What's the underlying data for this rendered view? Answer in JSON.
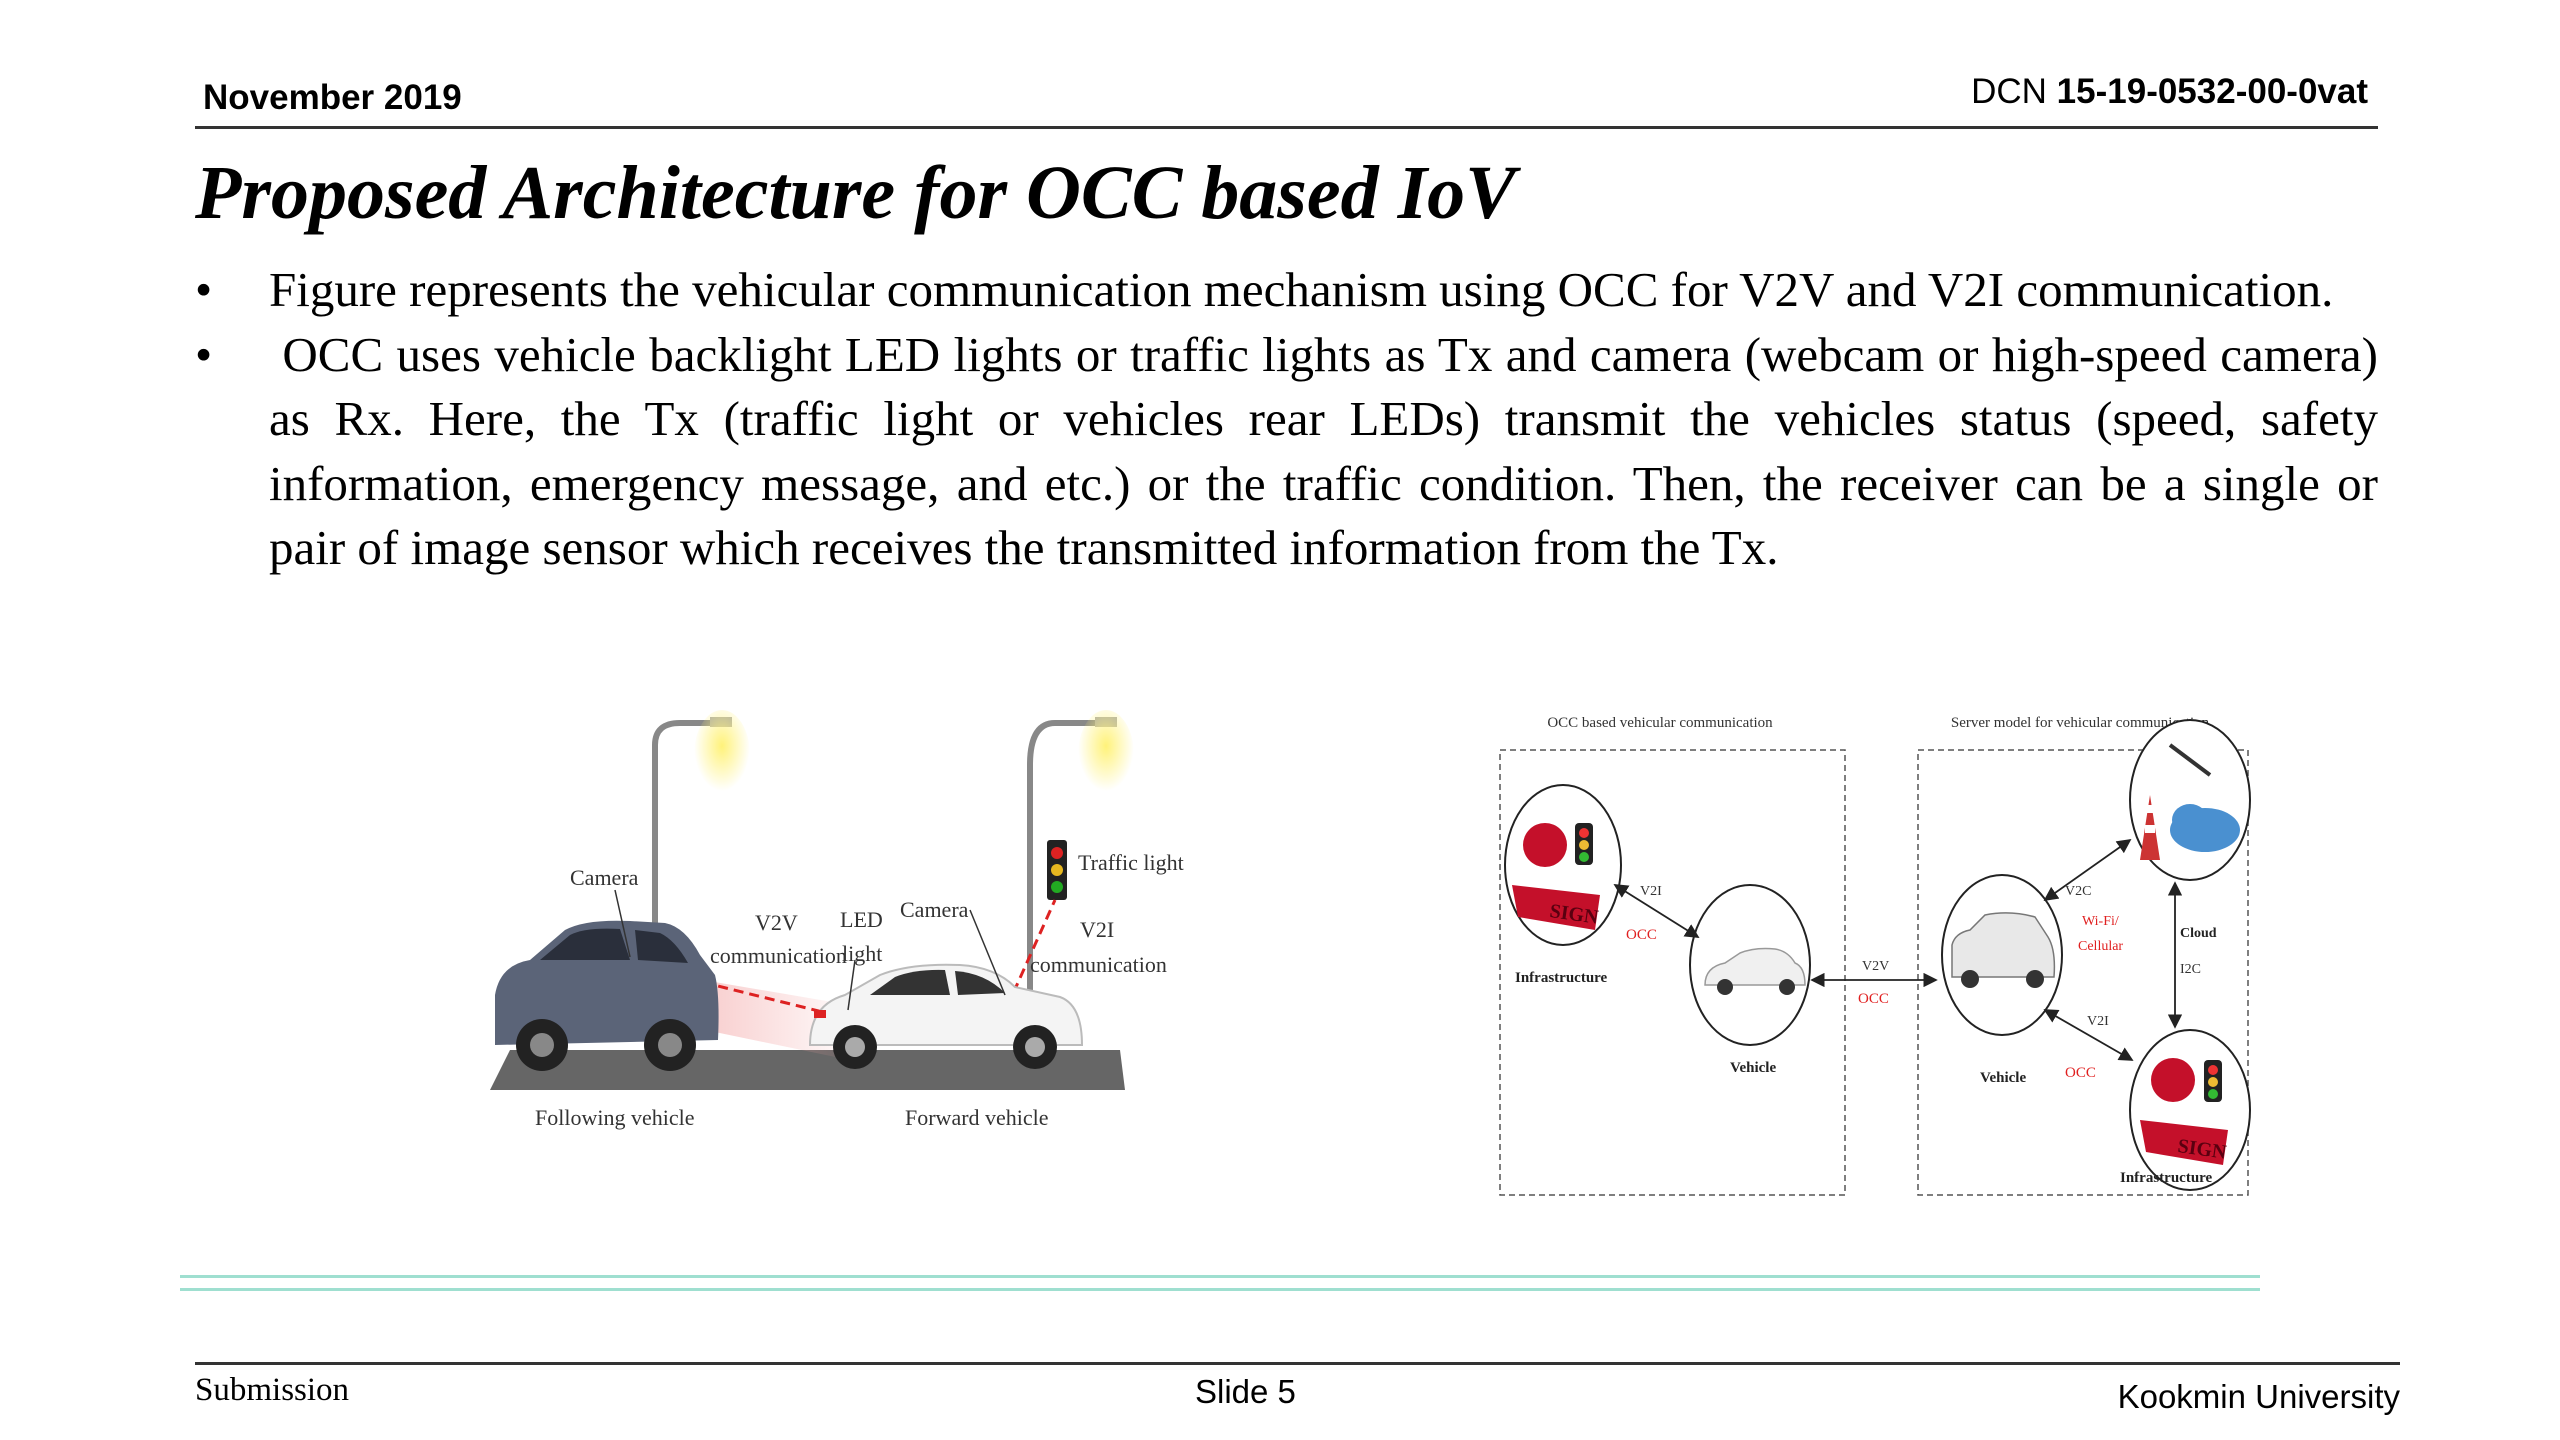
{
  "header": {
    "date": "November 2019",
    "dcn_prefix": "DCN ",
    "dcn_number": "15-19-0532-00-0vat"
  },
  "title": "Proposed Architecture for OCC based IoV",
  "bullets": [
    "Figure represents the vehicular communication mechanism using OCC for V2V and V2I communication.",
    " OCC uses vehicle backlight LED lights or traffic lights as Tx and camera (webcam or high-speed camera) as Rx. Here, the Tx (traffic light or vehicles rear LEDs) transmit the vehicles status (speed, safety information, emergency message, and etc.) or the traffic condition. Then, the receiver can be a single or pair of image sensor which receives the transmitted information from the Tx."
  ],
  "figure_left": {
    "camera_left": "Camera",
    "v2v_line1": "V2V",
    "v2v_line2": "communication",
    "led_line1": "LED",
    "led_line2": "light",
    "camera_right": "Camera",
    "traffic_light": "Traffic light",
    "v2i_line1": "V2I",
    "v2i_line2": "communication",
    "following_vehicle": "Following vehicle",
    "forward_vehicle": "Forward vehicle"
  },
  "figure_right": {
    "panel_left_title": "OCC based vehicular communication",
    "panel_right_title": "Server model for vehicular communication",
    "infrastructure_left": "Infrastructure",
    "vehicle_left": "Vehicle",
    "v2i_left": "V2I",
    "occ_left": "OCC",
    "v2v": "V2V",
    "occ_mid": "OCC",
    "vehicle_right": "Vehicle",
    "v2c": "V2C",
    "wifi": "Wi-Fi/",
    "cellular": "Cellular",
    "cloud": "Cloud",
    "i2c": "I2C",
    "v2i_right": "V2I",
    "occ_right": "OCC",
    "infrastructure_right": "Infrastructure",
    "sign_text": "SIGN"
  },
  "footer": {
    "left": "Submission",
    "center": "Slide 5",
    "right": "Kookmin University"
  },
  "colors": {
    "occ_red": "#e02020",
    "teal_rule": "#9fdfd0",
    "sign_red": "#c4102a"
  }
}
